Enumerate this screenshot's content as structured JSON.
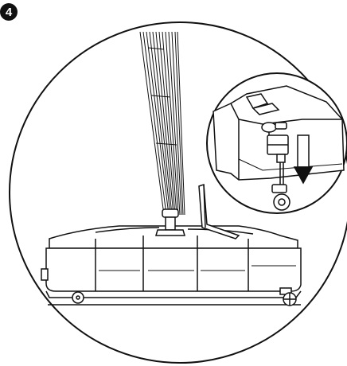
{
  "step": {
    "number": "4"
  },
  "illustration": {
    "subject": "umbrella-base-assembly",
    "detail_inset": "wheel-lock-mechanism",
    "action_arrow": "down",
    "colors": {
      "line": "#111111",
      "background": "#ffffff"
    }
  }
}
